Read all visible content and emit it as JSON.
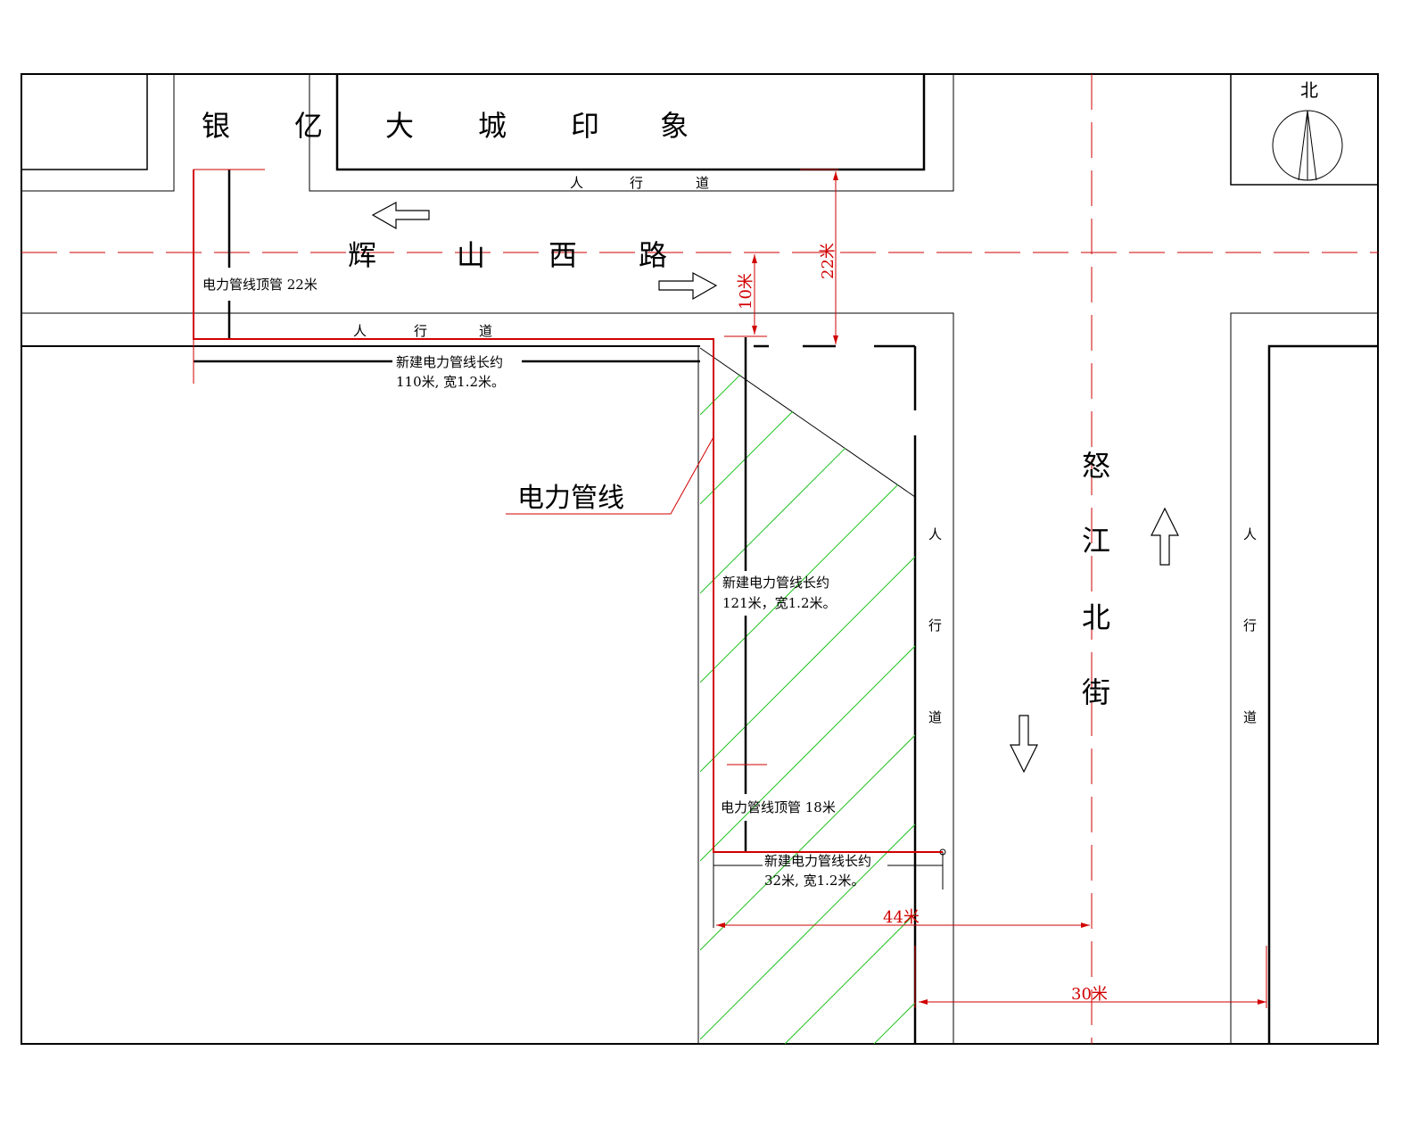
{
  "colors": {
    "line": "#000000",
    "pipe": "#d00000",
    "hatch": "#22c322",
    "centerline": "#d00000"
  },
  "building": {
    "chars": [
      "银",
      "亿",
      "大",
      "城",
      "印",
      "象"
    ]
  },
  "north": {
    "label": "北"
  },
  "road_west": {
    "chars": [
      "辉",
      "山",
      "西",
      "路"
    ]
  },
  "road_north": {
    "chars": [
      "怒",
      "江",
      "北",
      "街"
    ]
  },
  "sidewalk": {
    "chars": [
      "人",
      "行",
      "道"
    ]
  },
  "notes": {
    "pipe_jack_22": "电力管线顶管 22米",
    "pipe_jack_18": "电力管线顶管 18米",
    "new_pipe_110_l1": "新建电力管线长约",
    "new_pipe_110_l2": "110米, 宽1.2米。",
    "new_pipe_121_l1": "新建电力管线长约",
    "new_pipe_121_l2": "121米，宽1.2米。",
    "new_pipe_32_l1": "新建电力管线长约",
    "new_pipe_32_l2": "32米, 宽1.2米。",
    "legend_label": "电力管线"
  },
  "dimensions": {
    "d22": "22米",
    "d10": "10米",
    "d44": "44米",
    "d30": "30米"
  }
}
